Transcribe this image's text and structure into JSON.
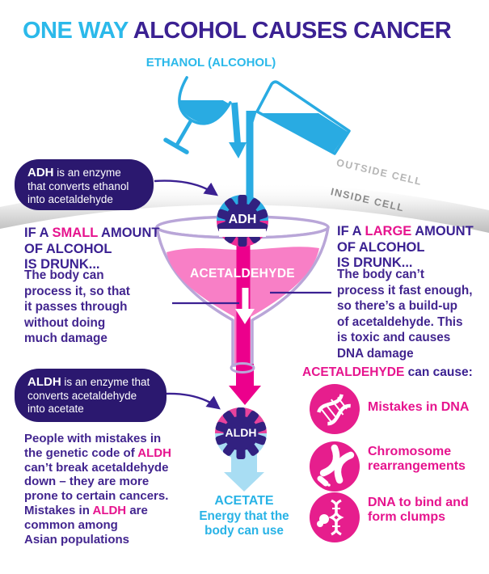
{
  "title": {
    "part1": "ONE WAY ",
    "part2": "ALCOHOL CAUSES CANCER"
  },
  "ethanol_label": "ETHANOL (ALCOHOL)",
  "membrane": {
    "outside": "OUTSIDE CELL",
    "inside": "INSIDE CELL"
  },
  "adh_callout": {
    "bold": "ADH",
    "line1": " is an enzyme",
    "line2": "that converts ethanol",
    "line3": "into acetaldehyde"
  },
  "adh_gear_label": "ADH",
  "funnel_label": "ACETALDEHYDE",
  "small_block": {
    "h1a": "IF A ",
    "h1b": "SMALL",
    "h1c": " AMOUNT",
    "h2": "OF ALCOHOL",
    "h3": "IS DRUNK...",
    "b1": "The body can",
    "b2": "process it, so that",
    "b3": "it passes through",
    "b4": "without doing",
    "b5": "much damage"
  },
  "large_block": {
    "h1a": "IF A ",
    "h1b": "LARGE",
    "h1c": " AMOUNT",
    "h2": "OF ALCOHOL",
    "h3": "IS DRUNK...",
    "b1": "The body can’t",
    "b2": "process it fast enough,",
    "b3": "so there’s a build-up",
    "b4": "of acetaldehyde. This",
    "b5": "is toxic and causes",
    "b6": "DNA damage"
  },
  "aldh_callout": {
    "bold": "ALDH",
    "line1": " is an enzyme that",
    "line2": "converts acetaldehyde",
    "line3": "into acetate"
  },
  "aldh_gear_label": "ALDH",
  "aldh_paragraph": {
    "l1": "People with mistakes in",
    "l2a": "the genetic code of ",
    "l2b": "ALDH",
    "l3": "can’t break acetaldehyde",
    "l4": "down – they are more",
    "l5": "prone to certain cancers.",
    "l6a": "Mistakes in ",
    "l6b": "ALDH",
    "l6c": " are",
    "l7": "common among",
    "l8": "Asian populations"
  },
  "acetate": {
    "title": "ACETATE",
    "sub1": "Energy that the",
    "sub2": "body can use"
  },
  "causes": {
    "heading_highlight": "ACETALDEHYDE",
    "heading_rest": " can cause:",
    "items": [
      {
        "icon": "dna-mistakes-icon",
        "lines": [
          "Mistakes in DNA"
        ]
      },
      {
        "icon": "chromosome-icon",
        "lines": [
          "Chromosome",
          "rearrangements"
        ]
      },
      {
        "icon": "dna-clumps-icon",
        "lines": [
          "DNA to bind and",
          "form clumps"
        ]
      }
    ]
  },
  "colors": {
    "cyan": "#29abe2",
    "title_cyan": "#2bb9ea",
    "purple": "#3b2192",
    "indigo_box": "#2b186f",
    "pink": "#e6148e",
    "magenta": "#ec008c",
    "light_pink": "#f87fc6",
    "light_blue": "#a8ddf3",
    "lavender": "#b9a6d8",
    "gray_label": "#b5b5b5"
  }
}
